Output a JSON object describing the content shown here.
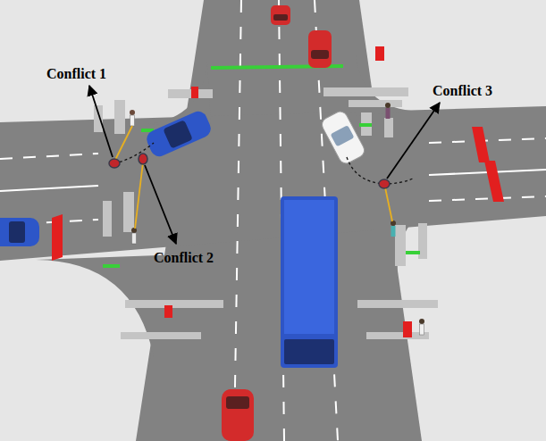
{
  "diagram": {
    "labels": [
      "Conflict 1",
      "Conflict 2",
      "Conflict 3"
    ]
  }
}
